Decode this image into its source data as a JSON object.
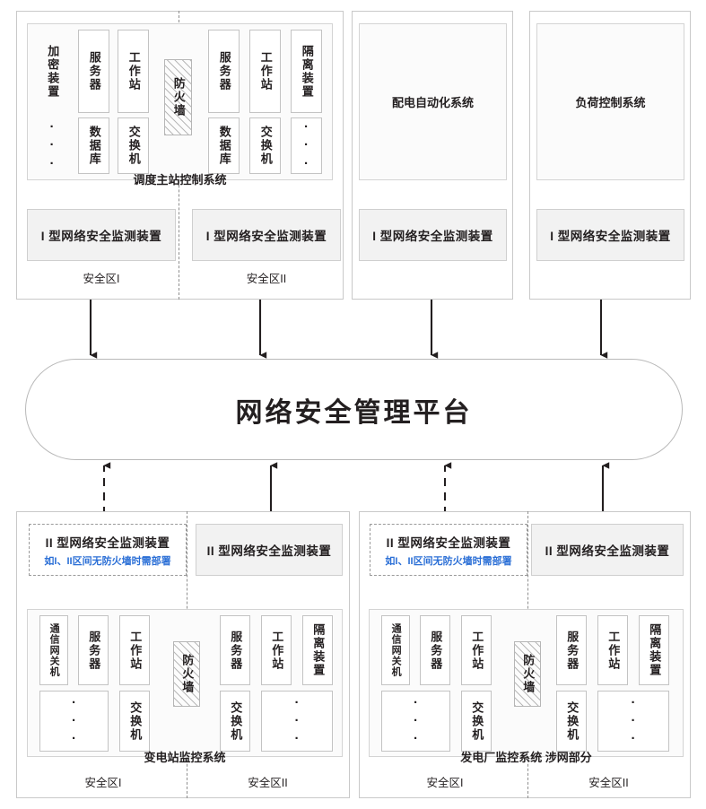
{
  "diagram": {
    "title": "网络安全管理平台",
    "accent_note_color": "#2b6fd6",
    "ink": "#231f20"
  },
  "labels": {
    "encryption_device": "加密装置",
    "server": "服务器",
    "workstation": "工作站",
    "database": "数据库",
    "switch": "交换机",
    "isolation_device": "隔离装置",
    "firewall": "防火墙",
    "comm_gateway": "通信网关机",
    "dots": "···",
    "dots_v": "...",
    "zone1": "安全区I",
    "zone2": "安全区II",
    "mon_type1": "I 型网络安全监测装置",
    "mon_type2": "II 型网络安全监测装置",
    "mon_type2_note": "如I、II区间无防火墙时需部署"
  },
  "top": {
    "dispatch": {
      "caption": "调度主站控制系统",
      "zone1_label": "安全区I",
      "zone2_label": "安全区II",
      "zone1_devices": [
        "加密装置",
        "服务器",
        "数据库",
        "工作站",
        "交换机"
      ],
      "zone2_devices": [
        "服务器",
        "数据库",
        "工作站",
        "交换机",
        "隔离装置"
      ],
      "firewall": "防火墙",
      "monitor_zone1": "I 型网络安全监测装置",
      "monitor_zone2": "I 型网络安全监测装置"
    },
    "distribution": {
      "system_name": "配电自动化系统",
      "monitor": "I 型网络安全监测装置"
    },
    "load_control": {
      "system_name": "负荷控制系统",
      "monitor": "I 型网络安全监测装置"
    }
  },
  "bottom": {
    "substation": {
      "caption": "变电站监控系统",
      "zone1_label": "安全区I",
      "zone2_label": "安全区II",
      "monitor_zone1": "II 型网络安全监测装置",
      "monitor_zone1_note": "如I、II区间无防火墙时需部署",
      "monitor_zone2": "II 型网络安全监测装置",
      "zone1_devices": [
        "通信网关机",
        "服务器",
        "工作站",
        "交换机"
      ],
      "zone2_devices": [
        "服务器",
        "工作站",
        "交换机",
        "隔离装置"
      ],
      "firewall": "防火墙"
    },
    "powerplant": {
      "caption": "发电厂监控系统  涉网部分",
      "zone1_label": "安全区I",
      "zone2_label": "安全区II",
      "monitor_zone1": "II 型网络安全监测装置",
      "monitor_zone1_note": "如I、II区间无防火墙时需部署",
      "monitor_zone2": "II 型网络安全监测装置",
      "zone1_devices": [
        "通信网关机",
        "服务器",
        "工作站",
        "交换机"
      ],
      "zone2_devices": [
        "服务器",
        "工作站",
        "交换机",
        "隔离装置"
      ],
      "firewall": "防火墙"
    }
  }
}
